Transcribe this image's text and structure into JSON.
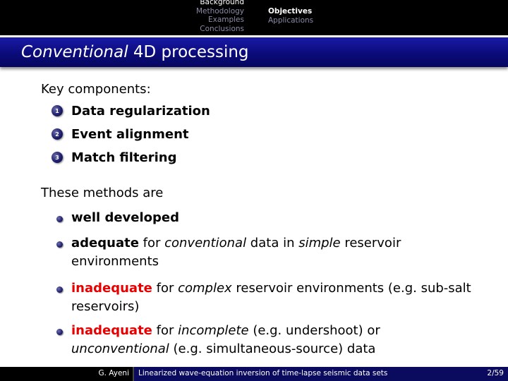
{
  "nav": {
    "sections": [
      "Background",
      "Methodology",
      "Examples",
      "Conclusions"
    ],
    "active_section": 0,
    "subsections": [
      "Objectives",
      "Applications"
    ],
    "active_subsection": 0
  },
  "frame": {
    "title_italic": "Conventional",
    "title_rest": " 4D processing"
  },
  "content": {
    "intro1": "Key components:",
    "enumerated": [
      {
        "number": "1",
        "text": "Data regularization"
      },
      {
        "number": "2",
        "text": "Event alignment"
      },
      {
        "number": "3",
        "text": "Match filtering"
      }
    ],
    "intro2": "These methods are",
    "bullets": [
      {
        "strong": "well developed"
      },
      {
        "strong": "adequate",
        "pre": " for ",
        "em1": "conventional",
        "mid": " data in ",
        "em2": "simple",
        "post": " reservoir environments"
      },
      {
        "strong": "inadequate",
        "pre": " for ",
        "em1": "complex",
        "post": " reservoir environments (e.g. sub-salt reservoirs)"
      },
      {
        "strong": "inadequate",
        "pre": " for ",
        "em1": "incomplete",
        "post": " (e.g. undershoot) or ",
        "em2": "unconventional",
        "post2": " (e.g. simultaneous-source) data"
      }
    ]
  },
  "footer": {
    "author": "G. Ayeni",
    "talk_title": "Linearized wave-equation inversion of time-lapse seismic data sets",
    "page": "2/59"
  },
  "colors": {
    "title_bar": "#0b0b7a",
    "emphasis_red": "#e60000",
    "nav_bg": "#000000"
  }
}
